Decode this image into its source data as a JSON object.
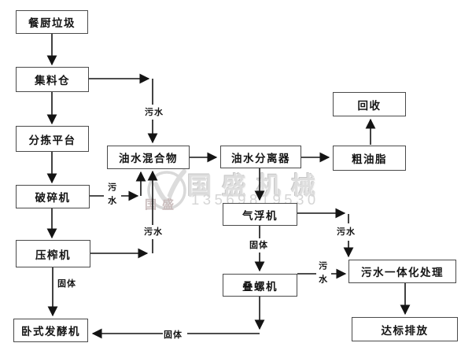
{
  "nodes": {
    "food_waste": "餐厨垃圾",
    "collection_bin": "集料仓",
    "sorting_platform": "分拣平台",
    "crusher": "破碎机",
    "press": "压榨机",
    "horizontal_fermenter": "卧式发酵机",
    "oil_water_mixture": "油水混合物",
    "oil_water_separator": "油水分离器",
    "air_flotation": "气浮机",
    "screw_stacker": "叠螺机",
    "recycle": "回收",
    "crude_grease": "粗油脂",
    "sewage_treatment": "污水一体化处理",
    "standard_discharge": "达标排放"
  },
  "edge_labels": {
    "sewage_from_collection_bin": "污水",
    "sewage_from_crusher": "污水",
    "sewage_from_press": "污水",
    "sewage_from_flotation": "污水",
    "sewage_from_screw": "污水",
    "solid_from_press": "固体",
    "solid_from_flotation": "固体",
    "solid_from_screw": "固体"
  },
  "watermark": {
    "brand_large": "国盛机械",
    "brand_small": "国盛",
    "phone": "13569819530"
  },
  "colors": {
    "box_border": "#4a4a4a",
    "line": "#141414",
    "watermark_gray": "#d9d9d9",
    "watermark_accent": "#c9bcbc",
    "background": "#ffffff"
  }
}
